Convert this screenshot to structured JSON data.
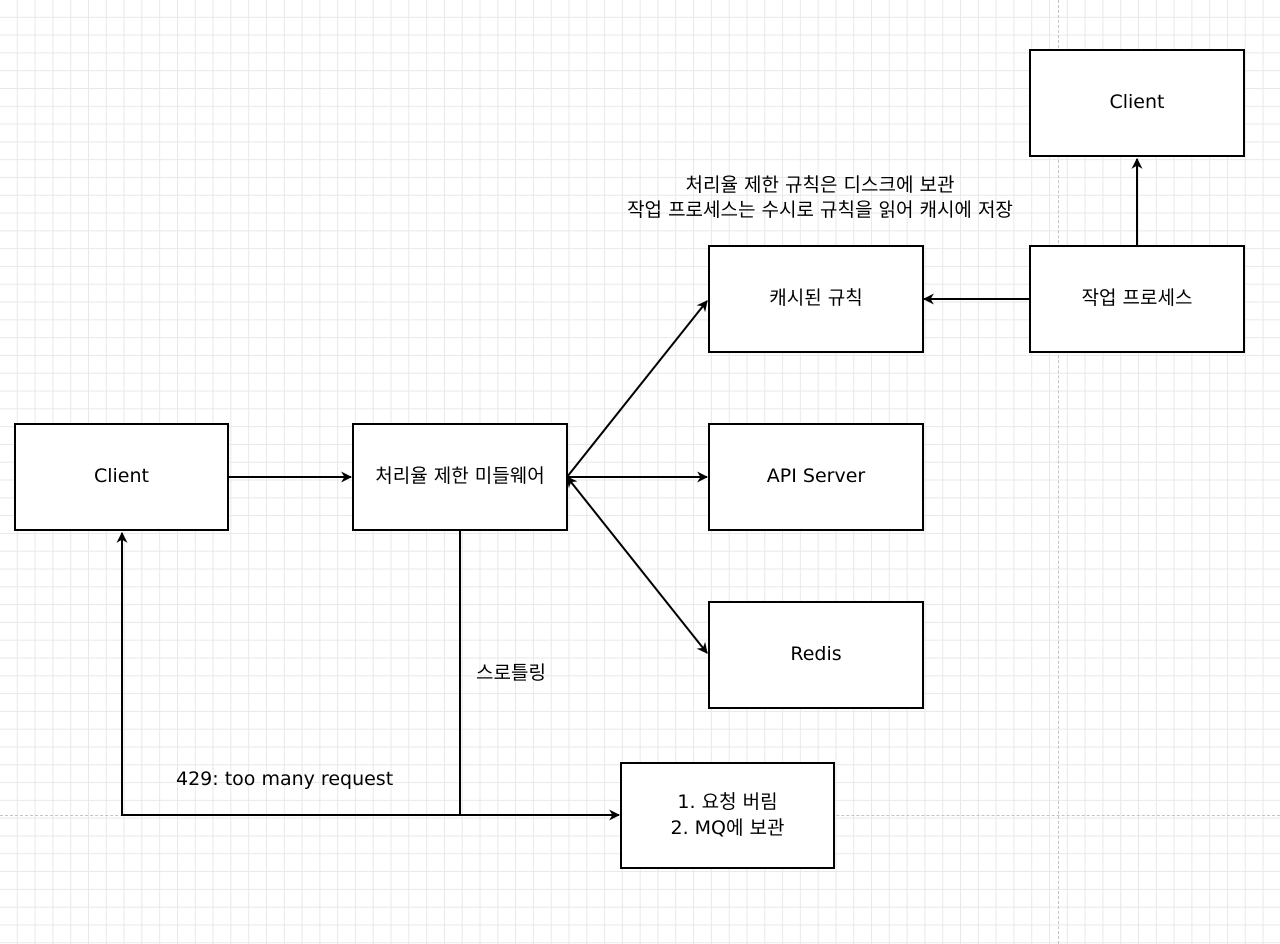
{
  "nodes": {
    "client_main": "Client",
    "middleware": "처리율 제한 미들웨어",
    "cached_rules": "캐시된 규칙",
    "api_server": "API Server",
    "redis": "Redis",
    "worker": "작업 프로세스",
    "client_top": "Client",
    "drop_box": {
      "line1": "1. 요청 버림",
      "line2": "2. MQ에 보관"
    }
  },
  "labels": {
    "note_line1": "처리율 제한 규칙은 디스크에 보관",
    "note_line2": "작업 프로세스는 수시로 규칙을 읽어 캐시에 저장",
    "throttling": "스로틀링",
    "response_429": "429: too many request"
  },
  "colors": {
    "stroke": "#000000",
    "grid": "#e8e8e8",
    "page_break": "#c4c4c4"
  }
}
